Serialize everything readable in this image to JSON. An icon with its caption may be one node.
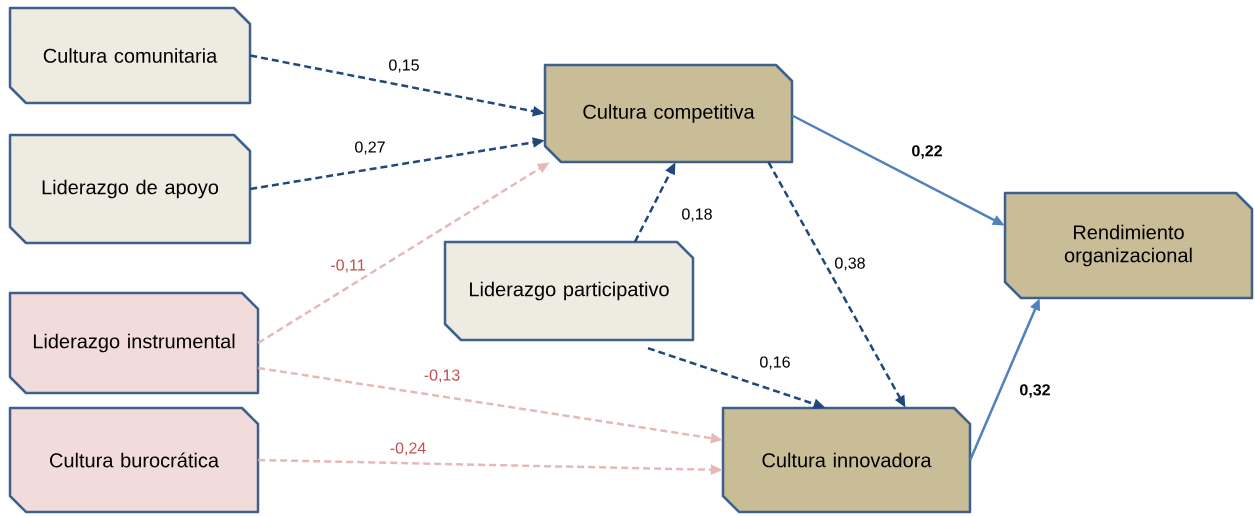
{
  "diagram": {
    "nodes": [
      {
        "text": [
          "Cultura comunitaria"
        ]
      },
      {
        "text": [
          "Liderazgo de apoyo"
        ]
      },
      {
        "text": [
          "Cultura competitiva"
        ]
      },
      {
        "text": [
          "Rendimiento organizacional"
        ]
      },
      {
        "text": [
          "Liderazgo participativo"
        ]
      },
      {
        "text": [
          "Liderazgo instrumental"
        ]
      },
      {
        "text": [
          "Cultura burocrática"
        ]
      },
      {
        "text": [
          "Cultura innovadora"
        ]
      }
    ],
    "edges": [
      {
        "from": 0,
        "to": 2,
        "arrow": "to",
        "label": "0,15",
        "style": "dashed"
      },
      {
        "from": 1,
        "to": 2,
        "arrow": "to",
        "label": "0,27",
        "style": "dashed"
      },
      {
        "from": 5,
        "to": 2,
        "arrow": "to",
        "label": "-0,11",
        "style": "dashed",
        "color": "#e6b9b8"
      },
      {
        "from": 4,
        "to": 2,
        "arrow": "to",
        "label": "0,18",
        "style": "dashed"
      },
      {
        "from": 2,
        "to": 7,
        "arrow": "to",
        "label": "0,38",
        "style": "dashed"
      },
      {
        "from": 4,
        "to": 7,
        "arrow": "to",
        "label": "0,16",
        "style": "dashed"
      },
      {
        "from": 5,
        "to": 7,
        "arrow": "to",
        "label": "-0,13",
        "style": "dashed",
        "color": "#e6b9b8"
      },
      {
        "from": 6,
        "to": 7,
        "arrow": "to",
        "label": "-0,24",
        "style": "dashed",
        "color": "#e6b9b8"
      },
      {
        "from": 2,
        "to": 3,
        "arrow": "to",
        "label": "0,22",
        "color": "#4f81bd"
      },
      {
        "from": 7,
        "to": 3,
        "arrow": "to",
        "label": "0,32",
        "color": "#4f81bd"
      }
    ]
  }
}
